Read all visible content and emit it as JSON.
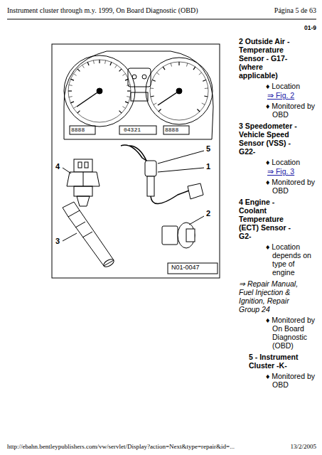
{
  "diagram": {
    "title": "Instrument cluster through m.y. 1999, On Board Diagnostic (OBD)",
    "labels": [
      "Página 5 de 63",
      "01-9",
      "8888",
      "04321",
      "8888",
      "4",
      "5",
      "1",
      "2",
      "3",
      "N01-0047",
      "2 Outside Air - Temperature Sensor - G17- (where applicable)",
      "♦ Location",
      "⇒ Fig. 2",
      "♦ Monitored by OBD",
      "3 Speedometer - Vehicle Speed Sensor (VSS) -G22-",
      "♦ Location",
      "⇒ Fig. 3",
      "♦ Monitored by OBD",
      "4 Engine - Coolant Temperature (ECT) Sensor -G2-",
      "♦ Location depends on type of engine",
      "⇒ Repair Manual, Fuel Injection & Ignition, Repair Group 24",
      "♦ Monitored by On Board Diagnostic (OBD)",
      "5 - Instrument Cluster -K-",
      "♦ Monitored by OBD",
      "http://ebahn.bentleypublishers.com/vw/servlet/Display?action=Next&type=repair&id=...",
      "13/2/2005"
    ]
  }
}
